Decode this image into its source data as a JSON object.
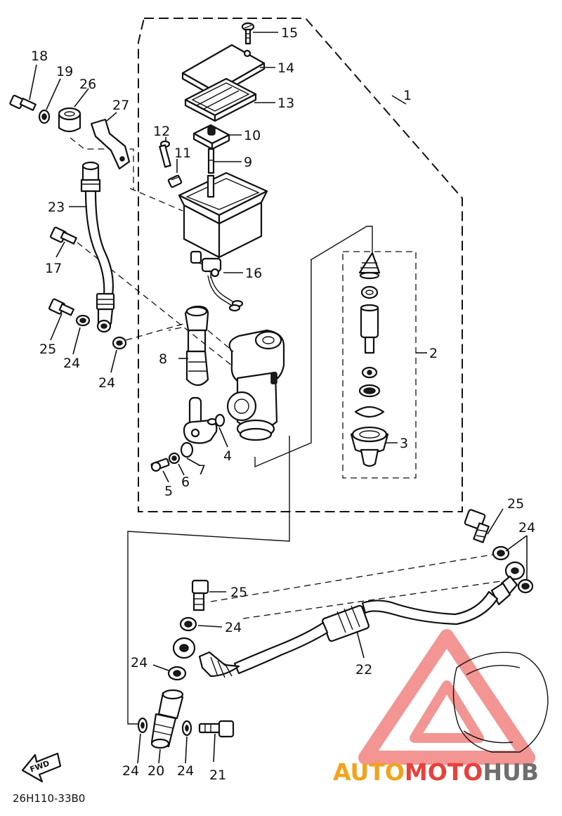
{
  "callouts": {
    "c1": "1",
    "c2": "2",
    "c3": "3",
    "c4": "4",
    "c5": "5",
    "c6": "6",
    "c7": "7",
    "c8": "8",
    "c9": "9",
    "c10": "10",
    "c11": "11",
    "c12": "12",
    "c13": "13",
    "c14": "14",
    "c15": "15",
    "c16": "16",
    "c17": "17",
    "c18": "18",
    "c19": "19",
    "c20": "20",
    "c21": "21",
    "c22": "22",
    "c23": "23",
    "c24a": "24",
    "c24b": "24",
    "c24c": "24",
    "c24d": "24",
    "c24e": "24",
    "c24f": "24",
    "c24g": "24",
    "c25a": "25",
    "c25b": "25",
    "c25c": "25",
    "c26": "26",
    "c27": "27"
  },
  "catalog_number": "26H110-33B0",
  "fwd_label": "FWD",
  "watermark": {
    "part1": "AUTO",
    "part2": "MOTO",
    "part3": "HUB",
    "color_orange": "#f2a31b",
    "color_red": "#e8403c",
    "color_gray": "#6e6e6e"
  }
}
